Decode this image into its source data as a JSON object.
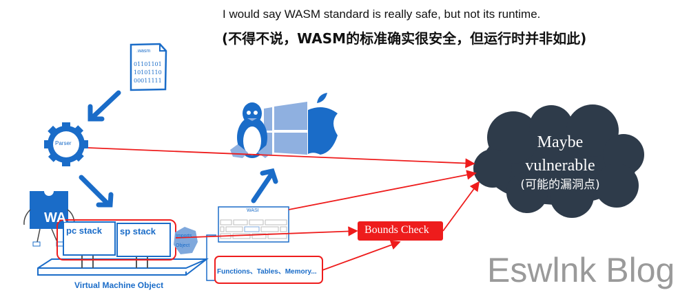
{
  "title": {
    "line1": "I would say WASM standard is really safe, but not its runtime.",
    "line2": "(不得不说，WASM的标准确实很安全，但运行时并非如此)"
  },
  "diagram": {
    "wasm_file": {
      "label": ".wasm",
      "bits": [
        "01101101",
        "10101110",
        "00011111"
      ]
    },
    "parser": "Parser",
    "wa_logo": "WA",
    "pc_stack": "pc stack",
    "sp_stack": "sp stack",
    "imports_object": [
      "Imports",
      "Object"
    ],
    "vm_label": "Virtual Machine Object",
    "wasi": "WASI",
    "functions": "Functions、Tables、Memory...",
    "bounds_check": "Bounds Check",
    "cloud": {
      "line1": "Maybe",
      "line2": "vulnerable",
      "line3": "(可能的漏洞点)"
    },
    "os_icons": [
      "linux-icon",
      "windows-icon",
      "apple-icon"
    ]
  },
  "watermark": "Eswlnk Blog",
  "colors": {
    "blue": "#1a6cc8",
    "red": "#ee1c1c",
    "cloud": "#2e3b4a",
    "light_blue": "#7fa8dc",
    "watermark": "#9a9a9a"
  }
}
